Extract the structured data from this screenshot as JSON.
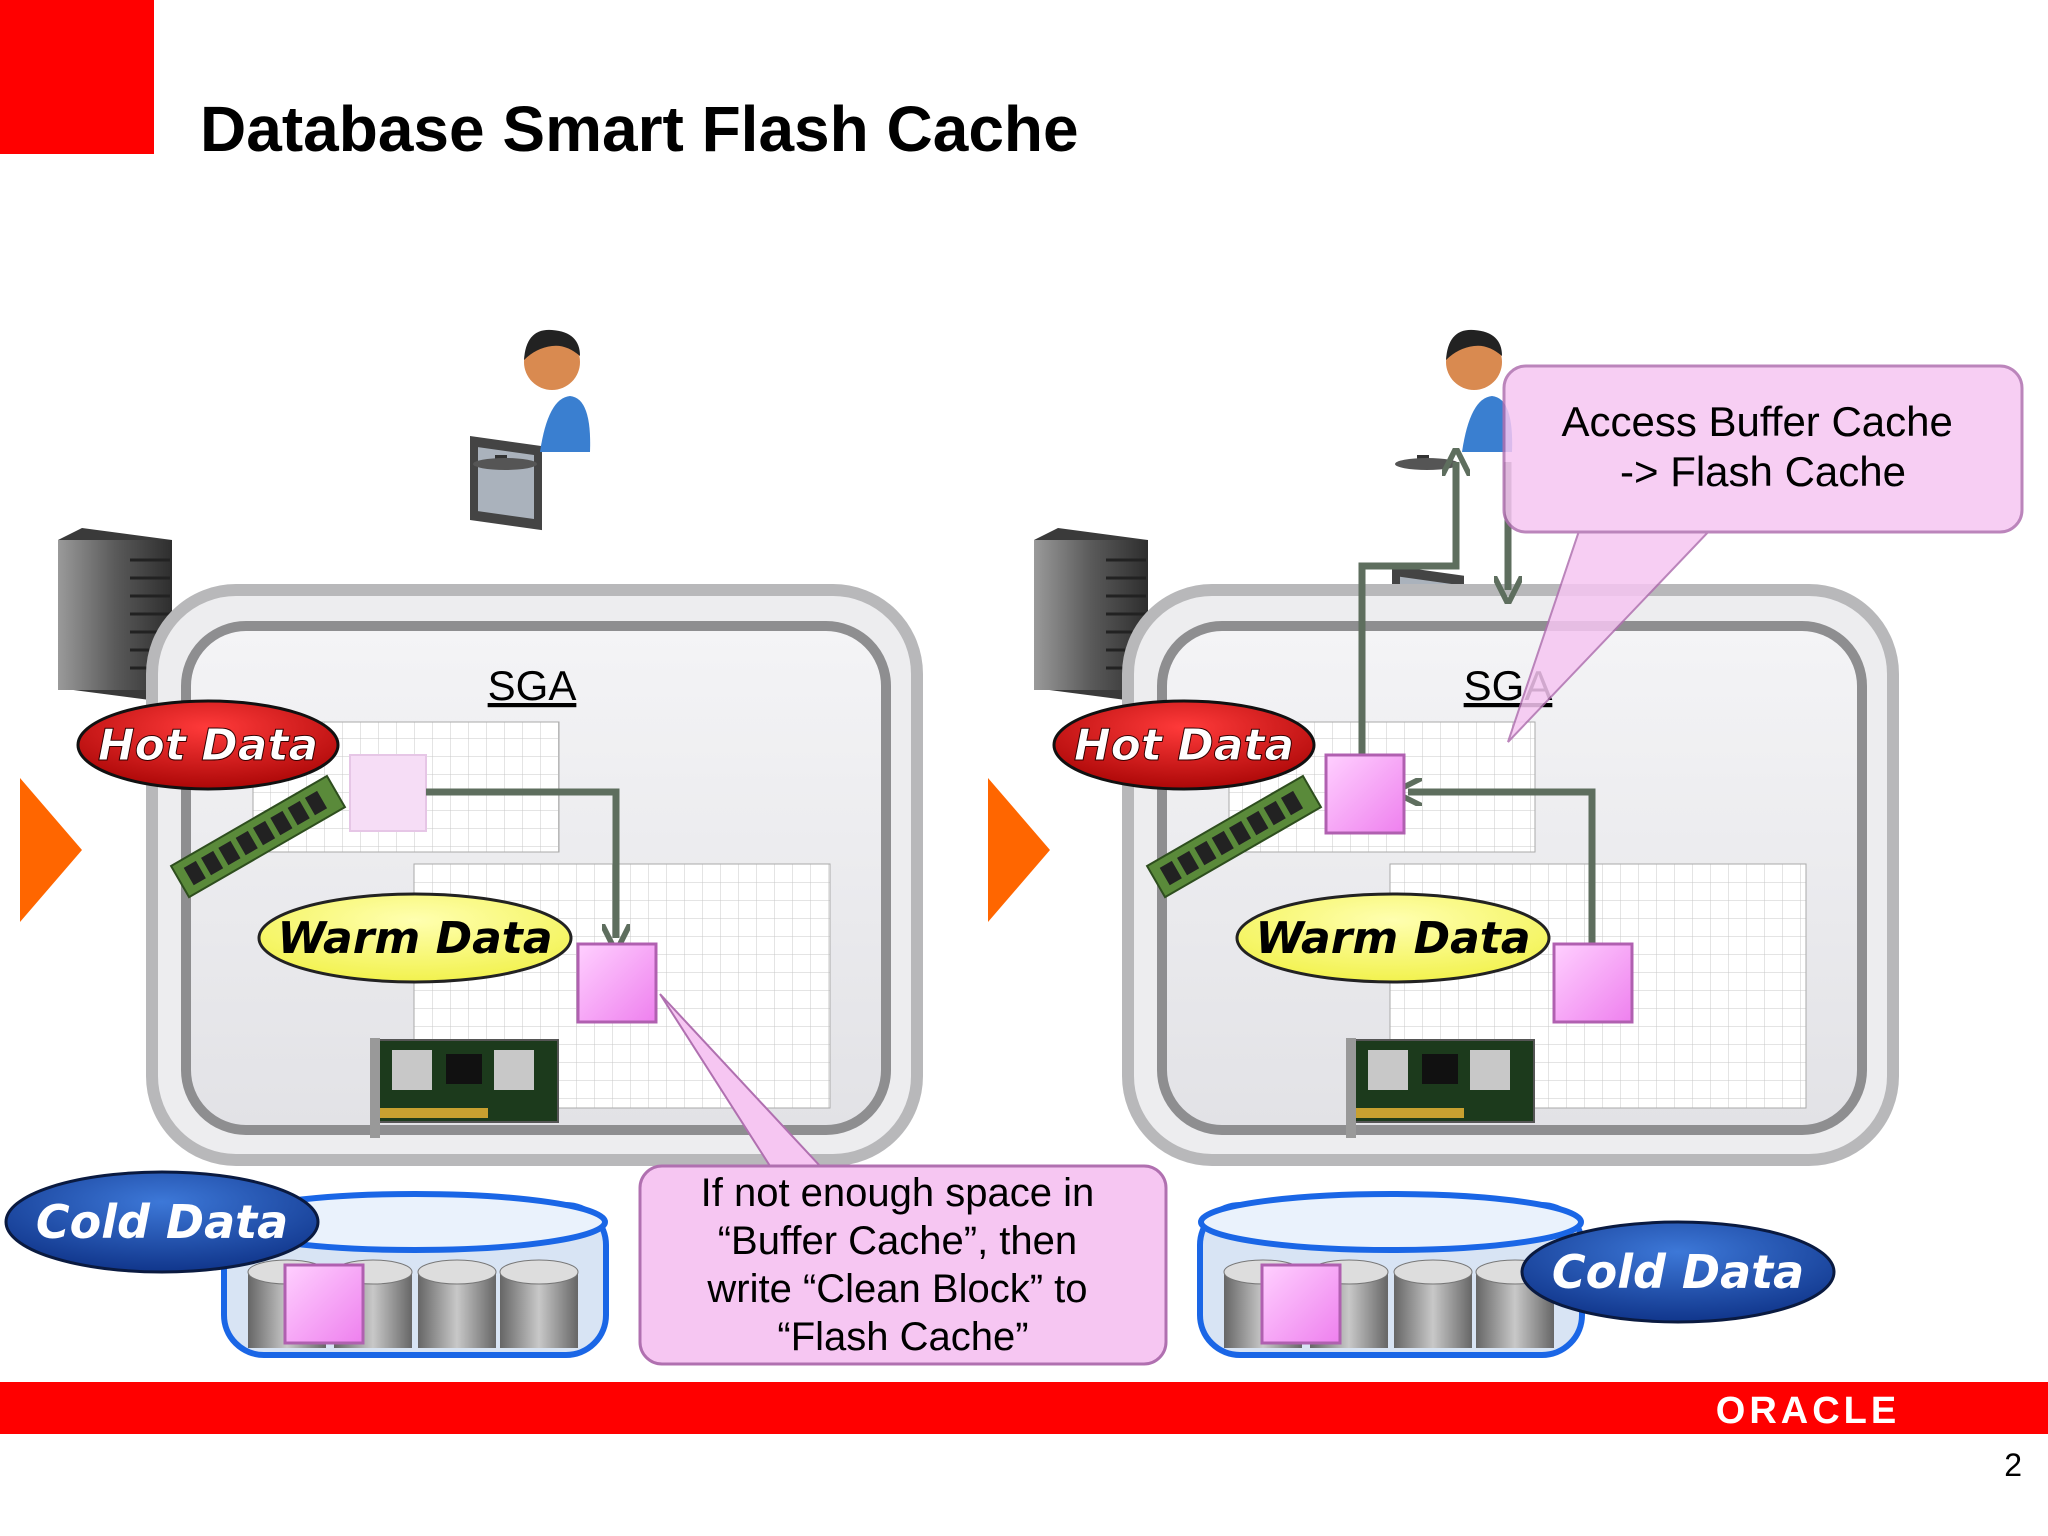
{
  "slide": {
    "title": "Database Smart Flash Cache",
    "page_number": "2",
    "logo_text": "ORACLE"
  },
  "left_panel": {
    "sga_label": "SGA",
    "hot_label": "Hot Data",
    "warm_label": "Warm Data",
    "cold_label": "Cold Data",
    "callout_lines": [
      "If not enough space in",
      "“Buffer Cache”, then",
      "write “Clean Block” to",
      "“Flash Cache”"
    ]
  },
  "right_panel": {
    "sga_label": "SGA",
    "hot_label": "Hot Data",
    "warm_label": "Warm Data",
    "cold_label": "Cold Data",
    "callout_lines": [
      "Access Buffer Cache",
      "-> Flash Cache"
    ]
  },
  "colors": {
    "brand_red": "#ff0000",
    "hot_pill": "#c00000",
    "warm_pill": "#ffff66",
    "cold_pill": "#1040a0",
    "block_pink": "#ff99ff",
    "callout_pink": "#f6c6f2",
    "arrow_gray": "#5e6e5e",
    "triangle_orange": "#ff6600"
  }
}
